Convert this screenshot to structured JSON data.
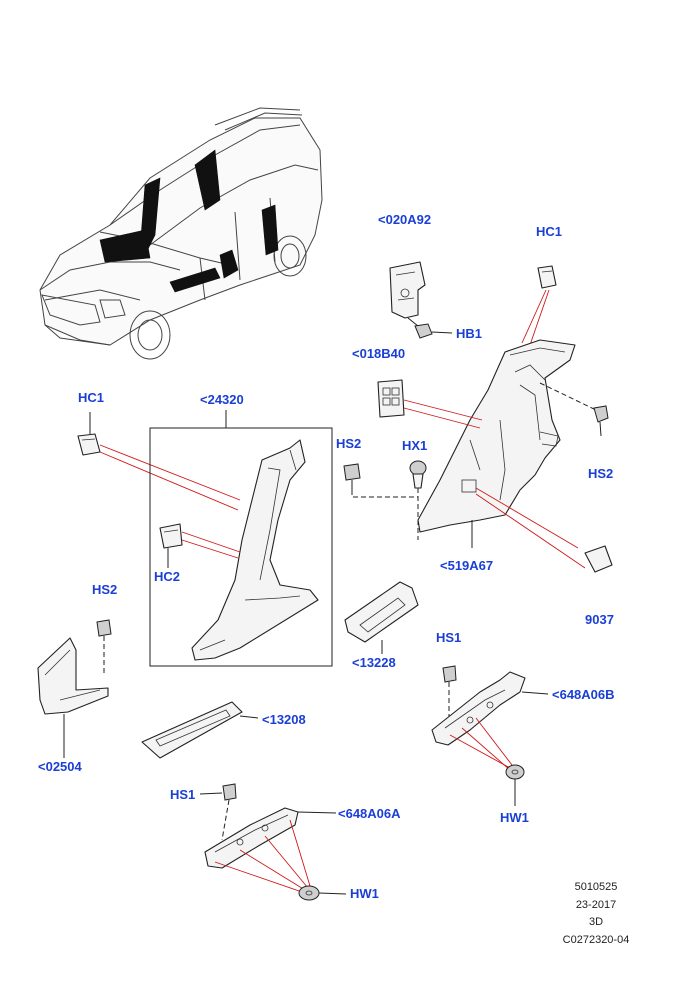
{
  "callouts": {
    "c020A92": "<020A92",
    "hb1": "HB1",
    "hc1_right": "HC1",
    "c018B40": "<018B40",
    "hs2_right": "HS2",
    "hs2_mid": "HS2",
    "hx1": "HX1",
    "c519A67": "<519A67",
    "p9037": "9037",
    "hc1_left": "HC1",
    "c24320": "<24320",
    "hc2": "HC2",
    "hs2_left": "HS2",
    "c02504": "<02504",
    "c13228": "<13228",
    "c13208": "<13208",
    "hs1_right": "HS1",
    "c648A06B": "<648A06B",
    "hw1_right": "HW1",
    "hs1_left": "HS1",
    "c648A06A": "<648A06A",
    "hw1_left": "HW1"
  },
  "meta": {
    "code": "5010525",
    "date": "23-2017",
    "view": "3D",
    "ref": "C0272320-04"
  },
  "colors": {
    "callout": "#1a3fd6",
    "leader": "#d01818",
    "outline": "#222222"
  }
}
